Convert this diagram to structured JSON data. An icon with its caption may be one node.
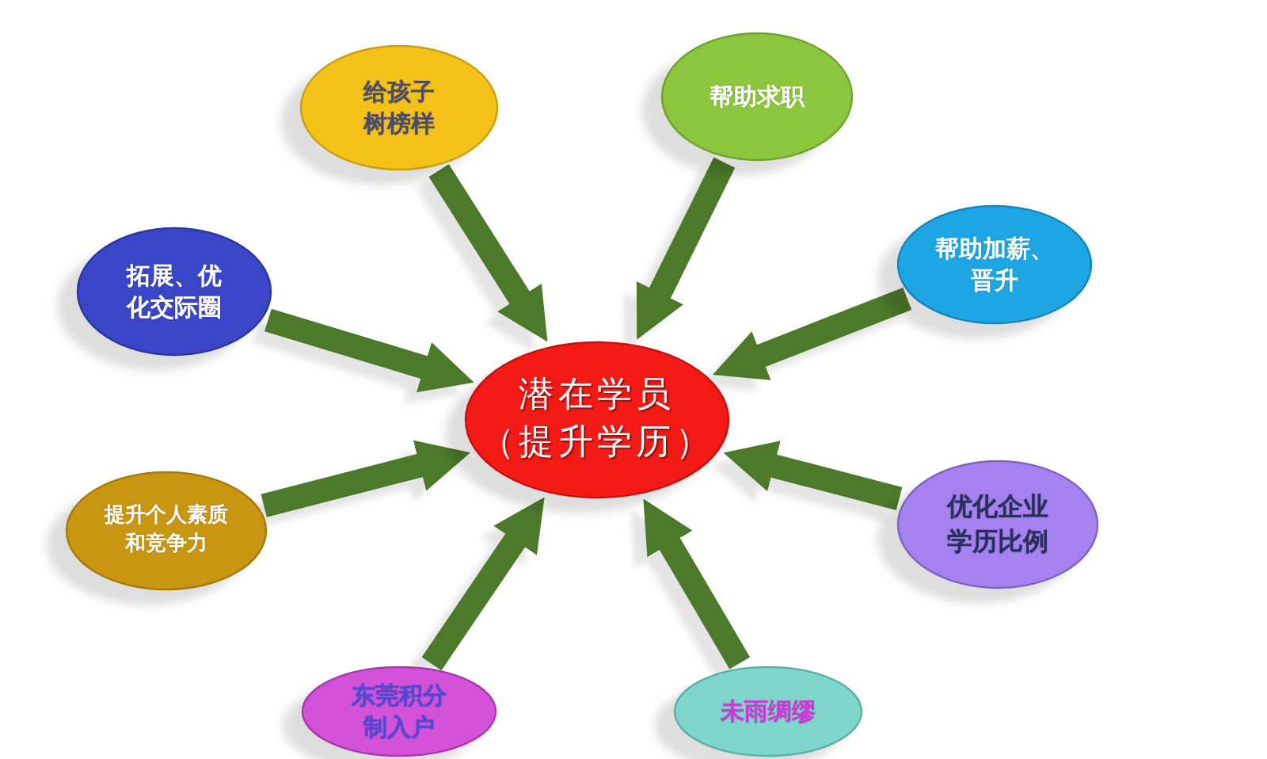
{
  "diagram": {
    "nodes": [
      {
        "text": [
          "给孩子树榜样"
        ]
      },
      {
        "text": [
          "帮助求职"
        ]
      },
      {
        "text": [
          "拓展、优化交际圈"
        ]
      },
      {
        "text": [
          "帮助加薪、晋升"
        ]
      },
      {
        "text": [
          "潜在学员",
          "（提升学历）"
        ]
      },
      {
        "text": [
          "提升个人素质和竞争力"
        ]
      },
      {
        "text": [
          "优化企业学历比例"
        ]
      },
      {
        "text": [
          "东莞积分制入户"
        ]
      },
      {
        "text": [
          "未雨绸缪"
        ]
      }
    ],
    "edges": [
      {
        "from": 0,
        "to": 4,
        "arrow": "to"
      },
      {
        "from": 1,
        "to": 4,
        "arrow": "to"
      },
      {
        "from": 2,
        "to": 4,
        "arrow": "to"
      },
      {
        "from": 3,
        "to": 4,
        "arrow": "to"
      },
      {
        "from": 5,
        "to": 4,
        "arrow": "to"
      },
      {
        "from": 6,
        "to": 4,
        "arrow": "to"
      },
      {
        "from": 7,
        "to": 4,
        "arrow": "to"
      },
      {
        "from": 8,
        "to": 4,
        "arrow": "to"
      }
    ]
  }
}
